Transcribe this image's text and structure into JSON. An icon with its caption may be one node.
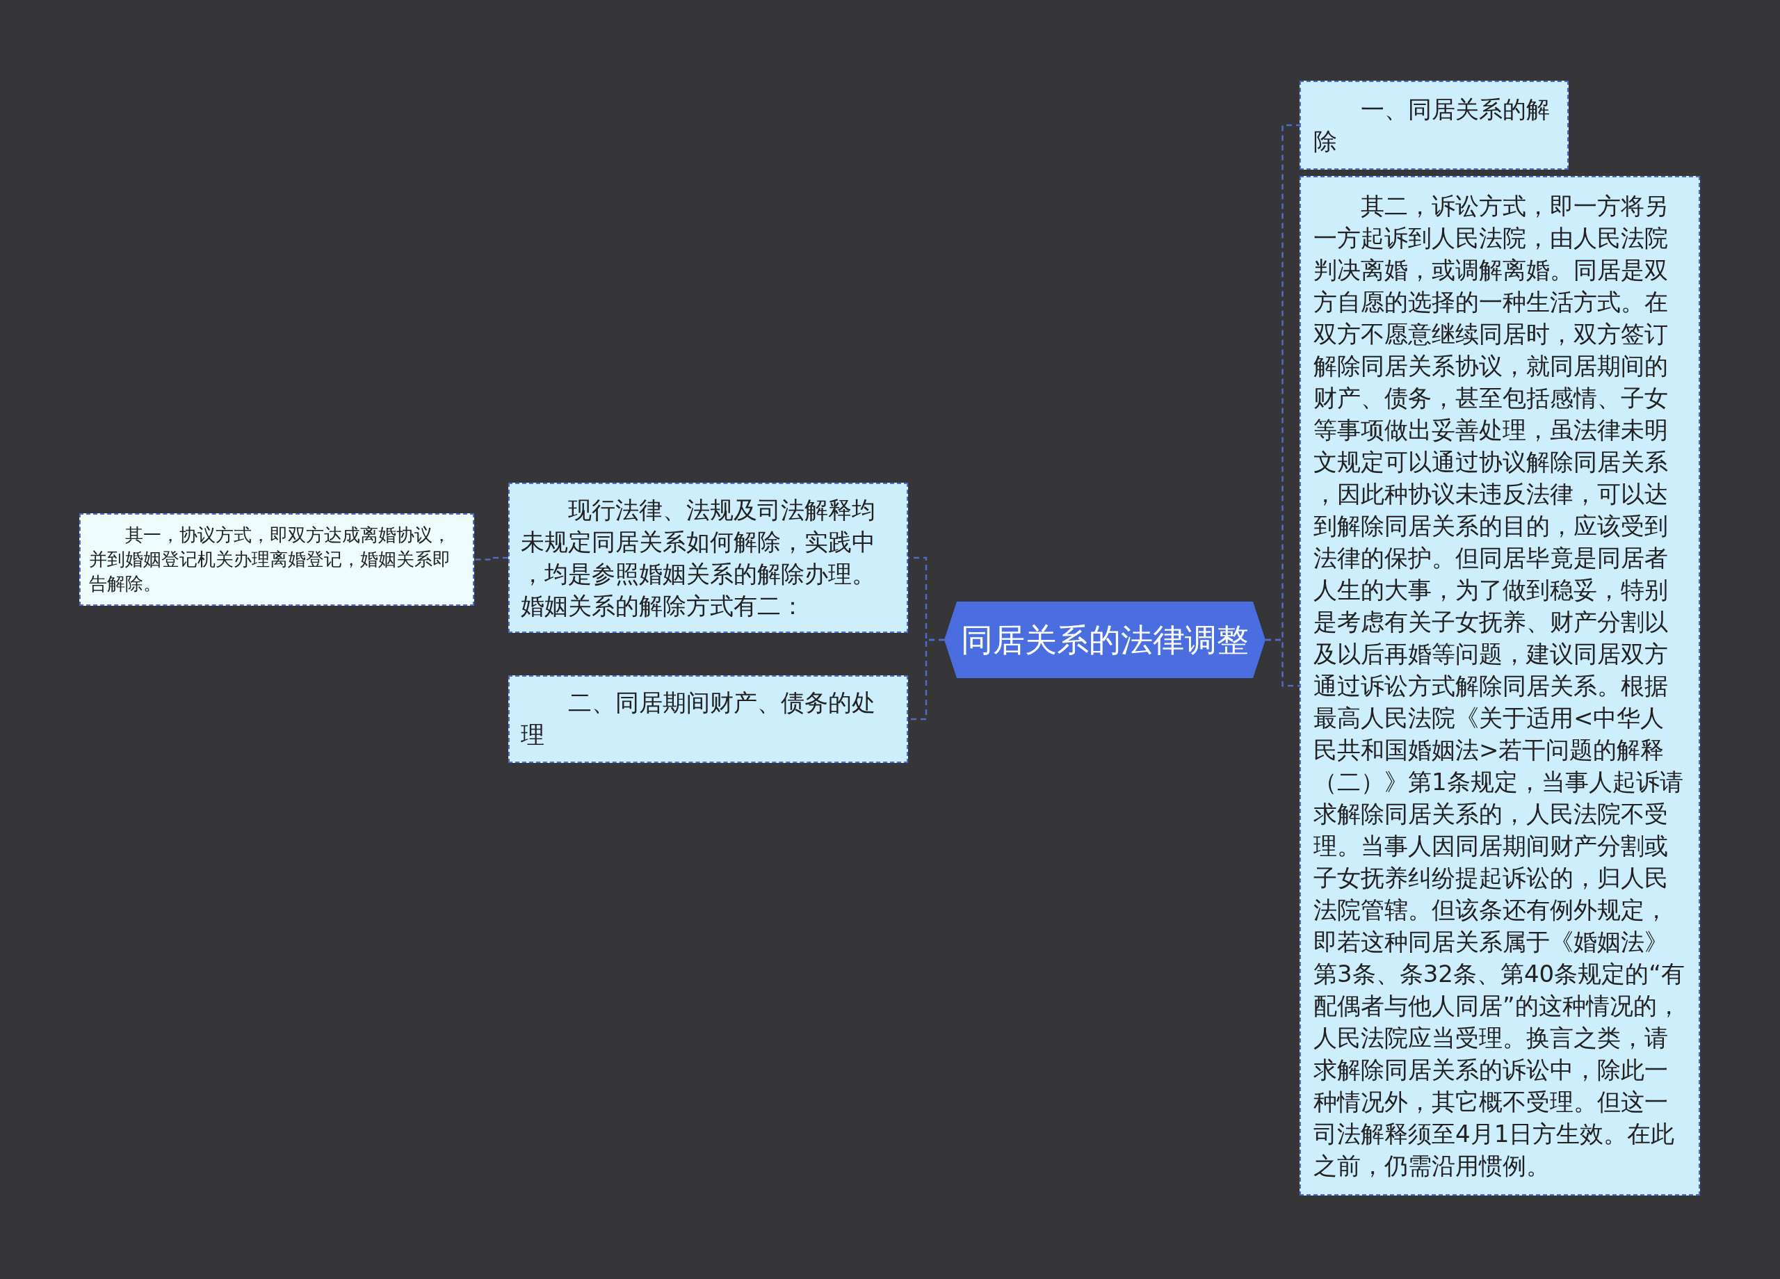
{
  "diagram": {
    "nodes": [
      {
        "text": [
          "同居关系的法律调整"
        ]
      },
      {
        "text": [
          "一、同居关系的解除"
        ]
      },
      {
        "text": [
          "其二，诉讼方式，即一方将另一方起诉到人民法院，由人民法院判决离婚，或调解离婚。同居是双方自愿的选择的一种生活方式。在双方不愿意继续同居时，双方签订解除同居关系协议，就同居期间的财产、债务，甚至包括感情、子女等事项做出妥善处理，虽法律未明文规定可以通过协议解除同居关系，因此种协议未违反法律，可以达到解除同居关系的目的，应该受到法律的保护。但同居毕竟是同居者人生的大事，为了做到稳妥，特别是考虑有关子女抚养、财产分割以及以后再婚等问题，建议同居双方通过诉讼方式解除同居关系。根据最高人民法院《关于适用<中华人民共和国婚姻法>若干问题的解释（二）》第1条规定，当事人起诉请求解除同居关系的，人民法院不受理。当事人因同居期间财产分割或子女抚养纠纷提起诉讼的，归人民法院管辖。但该条还有例外规定，即若这种同居关系属于《婚姻法》第3条、条32条、第40条规定的“有配偶者与他人同居”的这种情况的，人民法院应当受理。换言之类，请求解除同居关系的诉讼中，除此一种情况外，其它概不受理。但这一司法解释须至4月1日方生效。在此之前，仍需沿用惯例。"
        ]
      },
      {
        "text": [
          "现行法律、法规及司法解释均未规定同居关系如何解除，实践中，均是参照婚姻关系的解除办理。婚姻关系的解除方式有二："
        ]
      },
      {
        "text": [
          "二、同居期间财产、债务的处理"
        ]
      },
      {
        "text": [
          "其一，协议方式，即双方达成离婚协议，并到婚姻登记机关办理离婚登记，婚姻关系即告解除。"
        ]
      }
    ],
    "edges": [
      {
        "from": 0,
        "to": 1,
        "arrow": "none",
        "style": "dashed"
      },
      {
        "from": 0,
        "to": 2,
        "arrow": "none",
        "style": "dashed"
      },
      {
        "from": 0,
        "to": 3,
        "arrow": "none",
        "style": "dashed"
      },
      {
        "from": 0,
        "to": 4,
        "arrow": "none",
        "style": "dashed"
      },
      {
        "from": 3,
        "to": 5,
        "arrow": "none",
        "style": "dashed"
      }
    ]
  }
}
